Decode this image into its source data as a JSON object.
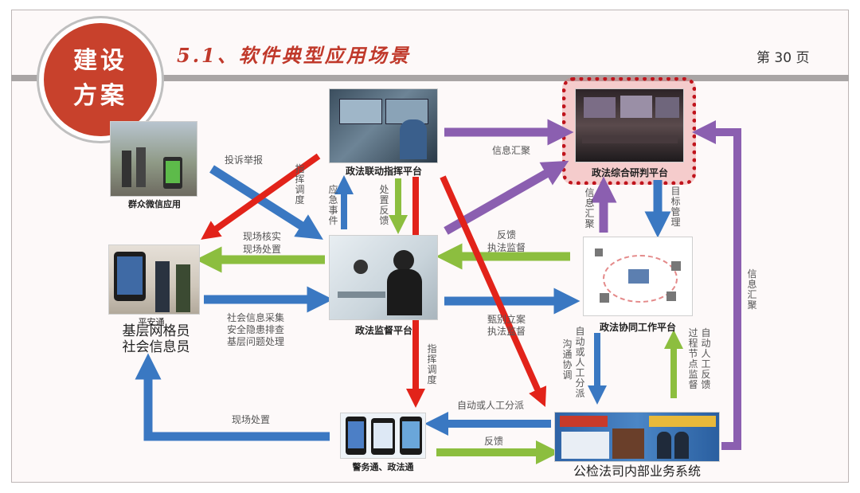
{
  "badge": {
    "line1": "建设",
    "line2": "方案"
  },
  "header": {
    "title": "5.1、软件典型应用场景",
    "page": "第 30 页"
  },
  "nodes": {
    "command_platform": "政法联动指挥平台",
    "research_platform": "政法综合研判平台",
    "wechat": "群众微信应用",
    "supervision_platform": "政法监督平台",
    "cooperation_platform": "政法协同工作平台",
    "grid_small": "平安通",
    "grid_line1": "基层网格员",
    "grid_line2": "社会信息员",
    "mobile_app": "警务通、政法通",
    "internal_system": "公检法司内部业务系统"
  },
  "edges": {
    "info_summary_top": "信息汇聚",
    "complaint": "投诉举报",
    "command_dispatch_left": "指挥调度",
    "emergency_event": "应急事件",
    "handle_feedback": "处置反馈",
    "info_summary_mid": "信息汇聚",
    "target_mgmt": "目标管理",
    "onsite_verify": "现场核实",
    "onsite_handle": "现场处置",
    "feedback": "反馈",
    "law_supervision": "执法监督",
    "social_info_1": "社会信息采集",
    "social_info_2": "安全隐患排查",
    "social_info_3": "基层问题处理",
    "screen_case": "甄别立案",
    "law_supervision2": "执法监督",
    "info_summary_right": "信息汇聚",
    "command_dispatch_mid": "指挥调度",
    "communicate": "沟通协调",
    "auto_dispatch_v": "自动或人工分派",
    "process_monitor": "过程节点监督",
    "auto_feedback": "自动人工反馈",
    "auto_dispatch_h": "自动或人工分派",
    "onsite_handle_bottom": "现场处置",
    "feedback_bottom": "反馈"
  },
  "colors": {
    "blue": "#3a78c2",
    "green": "#8cbe3f",
    "red": "#e2231a",
    "purple": "#8b5fb0",
    "badge": "#c8412c"
  }
}
